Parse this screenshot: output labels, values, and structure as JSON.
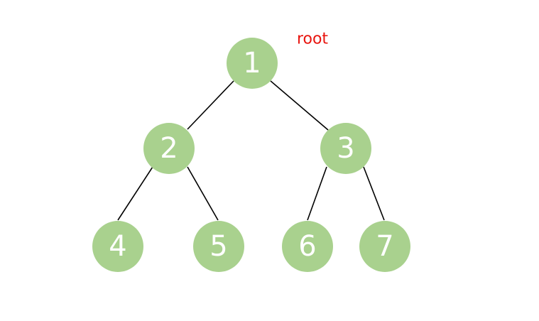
{
  "diagram": {
    "root_label": "root",
    "colors": {
      "node_fill": "#a9d18e",
      "node_text": "#ffffff",
      "edge": "#000000",
      "root_label": "#e8150f"
    },
    "nodes": [
      {
        "id": "n1",
        "label": "1"
      },
      {
        "id": "n2",
        "label": "2"
      },
      {
        "id": "n3",
        "label": "3"
      },
      {
        "id": "n4",
        "label": "4"
      },
      {
        "id": "n5",
        "label": "5"
      },
      {
        "id": "n6",
        "label": "6"
      },
      {
        "id": "n7",
        "label": "7"
      }
    ],
    "edges": [
      {
        "from": "n1",
        "to": "n2"
      },
      {
        "from": "n1",
        "to": "n3"
      },
      {
        "from": "n2",
        "to": "n4"
      },
      {
        "from": "n2",
        "to": "n5"
      },
      {
        "from": "n3",
        "to": "n6"
      },
      {
        "from": "n3",
        "to": "n7"
      }
    ]
  }
}
